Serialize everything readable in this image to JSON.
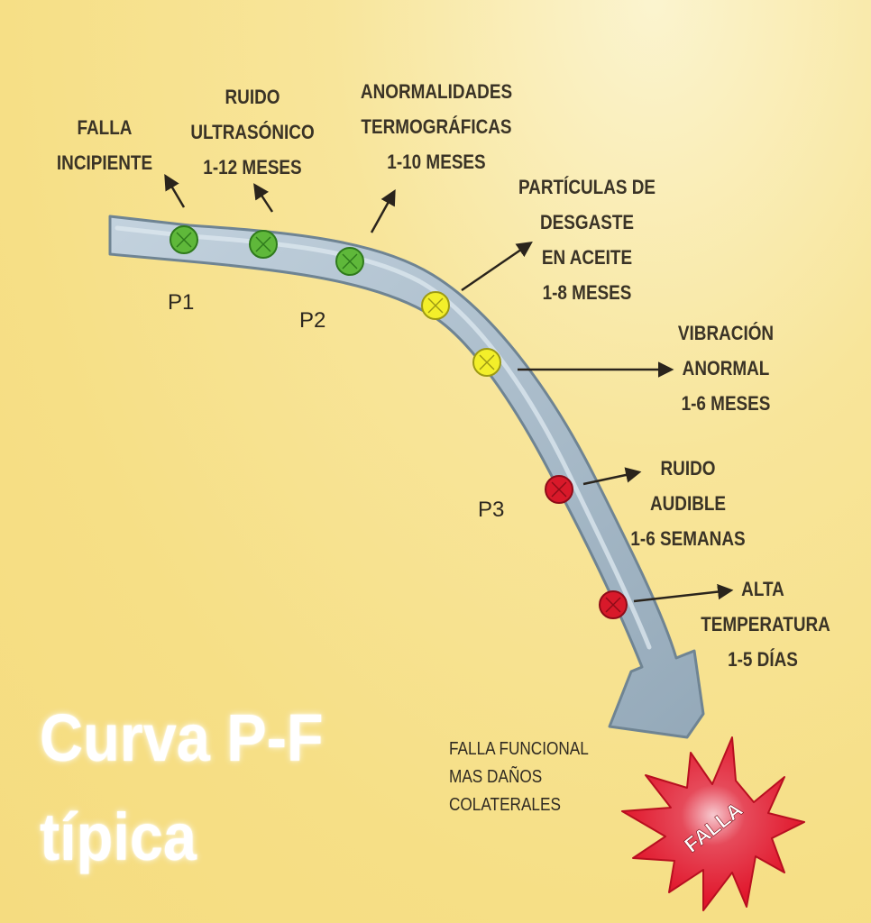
{
  "title": "Curva P-F\ntípica",
  "colors": {
    "background": "#f7e28f",
    "curve_fill": "#a9bccb",
    "curve_stroke": "#6f8493",
    "stage_green": "#5fb83a",
    "stage_yellow": "#f3ef2a",
    "stage_red": "#d8192a",
    "burst_red": "#e5172c"
  },
  "points": {
    "p1": "P1",
    "p2": "P2",
    "p3": "P3"
  },
  "labels": {
    "falla_incipiente": "FALLA\nINCIPIENTE",
    "ruido_ultrasonico": "RUIDO\nULTRASÓNICO\n1-12 MESES",
    "anormalidades_termograficas": "ANORMALIDADES\nTERMOGRÁFICAS\n1-10 MESES",
    "particulas_desgaste": "PARTÍCULAS DE\nDESGASTE\nEN ACEITE\n1-8 MESES",
    "vibracion_anormal": "VIBRACIÓN\nANORMAL\n1-6 MESES",
    "ruido_audible": "RUIDO\nAUDIBLE\n1-6 SEMANAS",
    "alta_temperatura": "ALTA\nTEMPERATURA\n1-5 DÍAS",
    "falla_funcional": "FALLA FUNCIONAL\nMAS DAÑOS\nCOLATERALES"
  },
  "failure_label": "FALLA",
  "markers": [
    {
      "stage": "green",
      "icon": "x-circle-icon"
    },
    {
      "stage": "green",
      "icon": "x-circle-icon"
    },
    {
      "stage": "green",
      "icon": "x-circle-icon"
    },
    {
      "stage": "yellow",
      "icon": "x-circle-icon"
    },
    {
      "stage": "yellow",
      "icon": "x-circle-icon"
    },
    {
      "stage": "red",
      "icon": "x-circle-icon"
    },
    {
      "stage": "red",
      "icon": "x-circle-icon"
    }
  ]
}
